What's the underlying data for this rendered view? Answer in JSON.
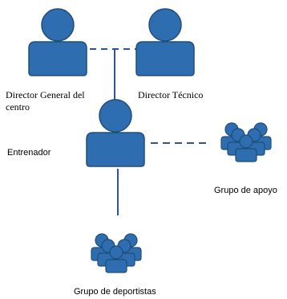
{
  "nodes": {
    "director_general": {
      "label_line1": "Director General del",
      "label_line2": "centro",
      "icon": "person-icon"
    },
    "director_tecnico": {
      "label": "Director Técnico",
      "icon": "person-icon"
    },
    "entrenador": {
      "label": "Entrenador",
      "icon": "person-icon"
    },
    "grupo_apoyo": {
      "label": "Grupo de apoyo",
      "icon": "group-icon"
    },
    "grupo_deportistas": {
      "label": "Grupo de deportistas",
      "icon": "group-icon"
    }
  },
  "connectors": [
    {
      "from": "director_general",
      "to": "director_tecnico",
      "style": "dashed"
    },
    {
      "from": "entrenador",
      "to": "grupo_apoyo",
      "style": "dashed"
    },
    {
      "from": "directors",
      "to": "entrenador",
      "style": "solid"
    },
    {
      "from": "entrenador",
      "to": "grupo_deportistas",
      "style": "solid"
    }
  ],
  "colors": {
    "fill": "#2E6DB0",
    "stroke": "#1F4E79",
    "line": "#2F5597"
  }
}
